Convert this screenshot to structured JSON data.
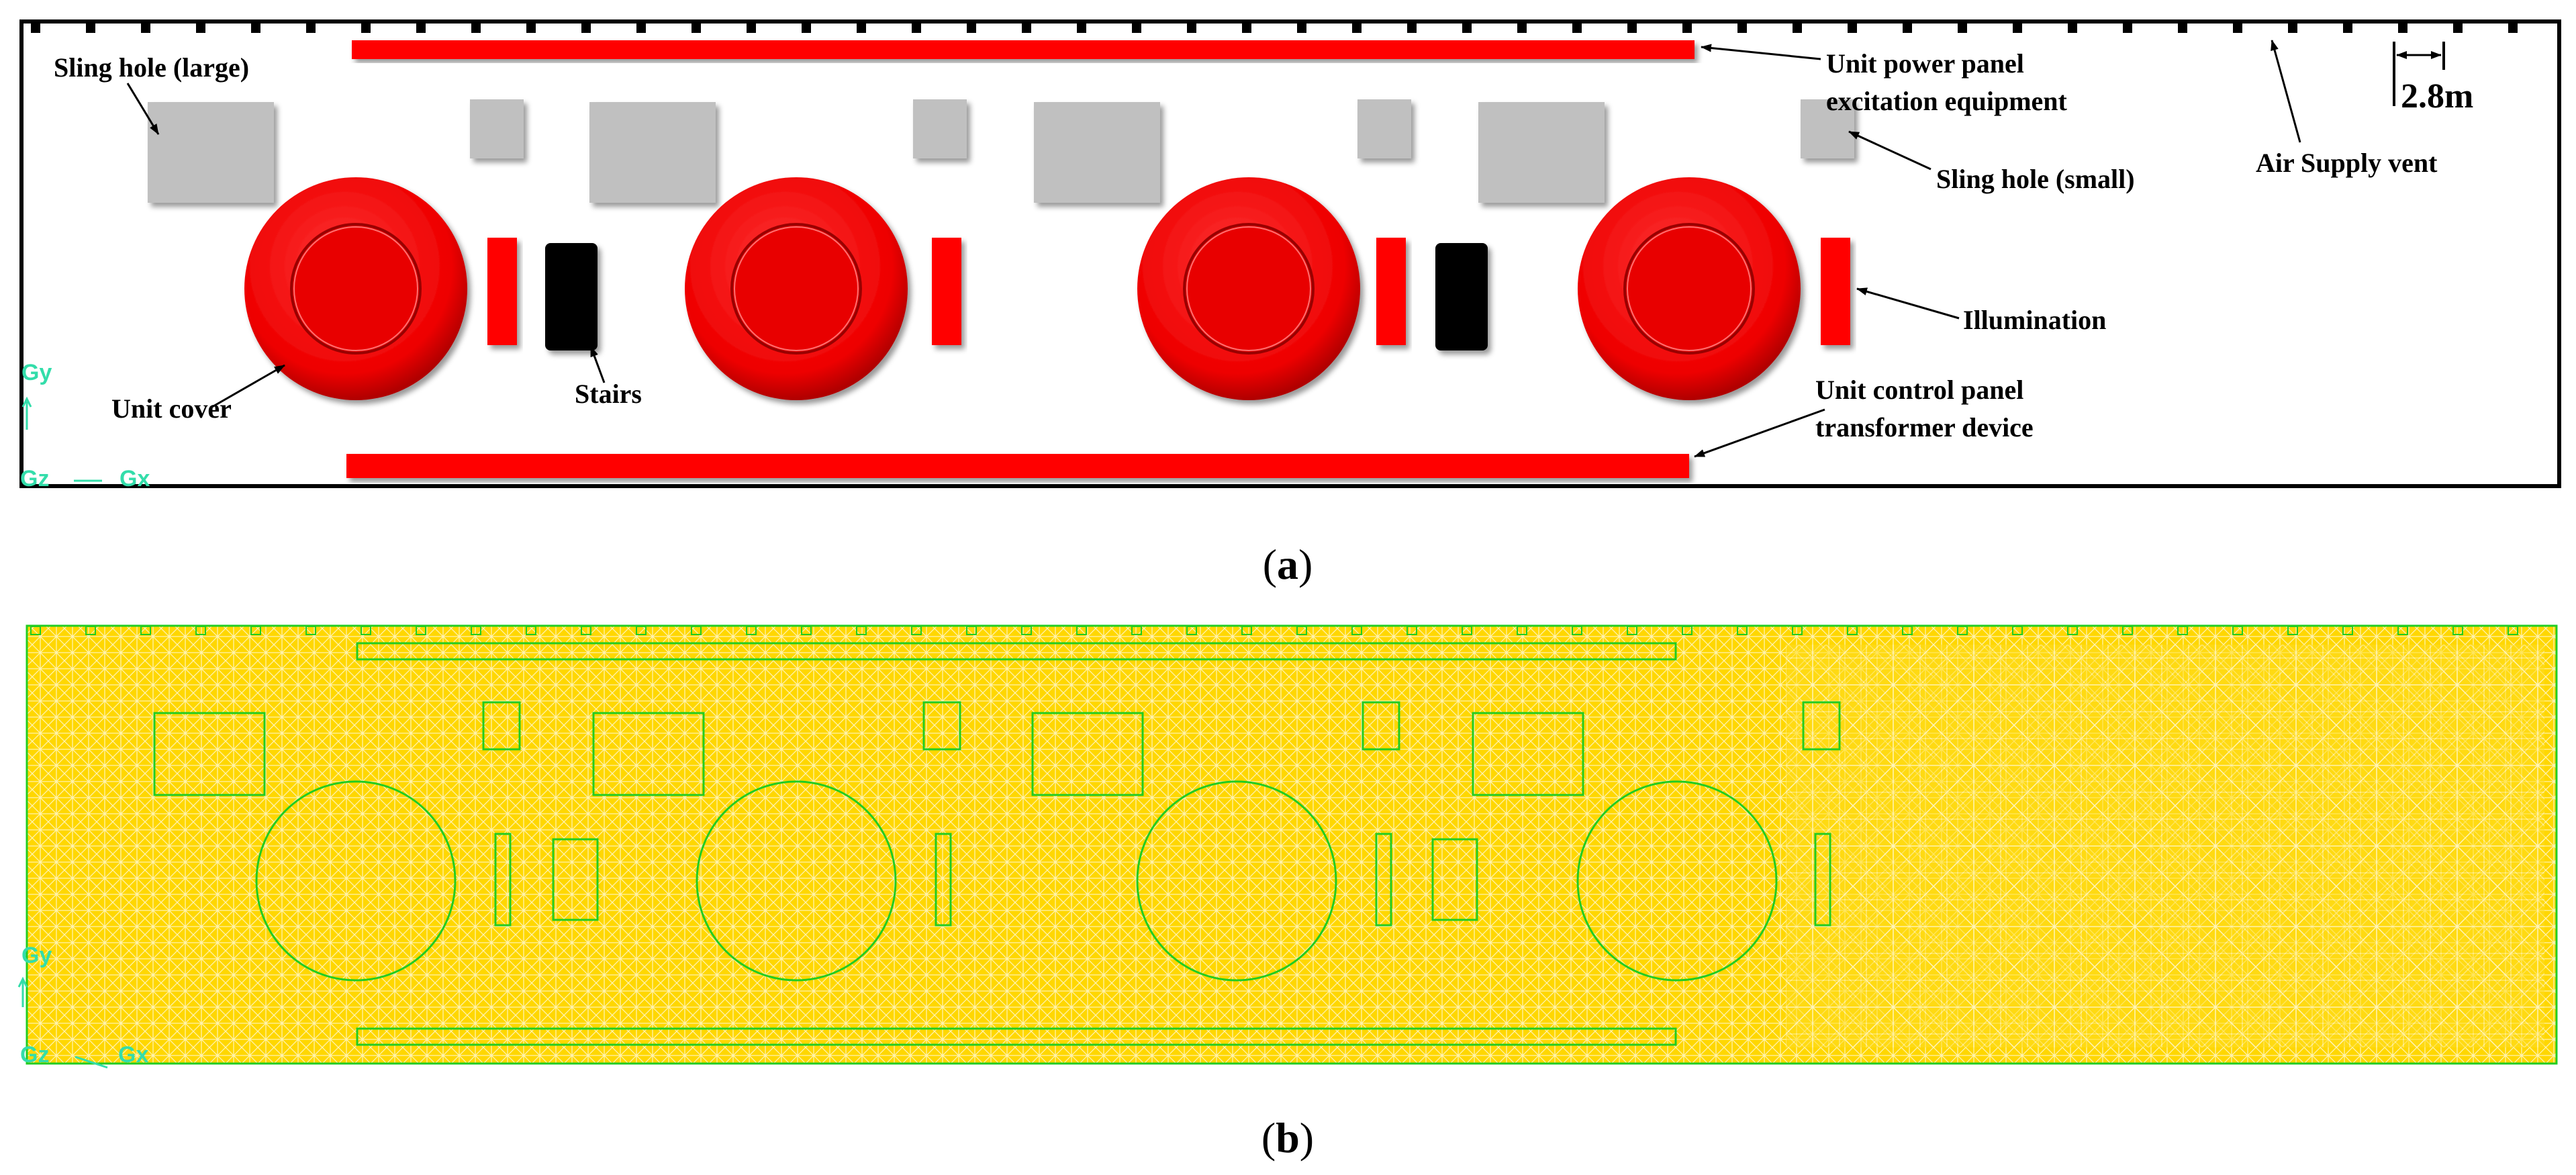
{
  "panel_a": {
    "caption_letter": "a",
    "labels": {
      "sling_hole_large": "Sling hole (large)",
      "power_panel_line1": "Unit power panel",
      "power_panel_line2": "excitation equipment",
      "sling_hole_small": "Sling hole (small)",
      "air_supply_vent": "Air Supply vent",
      "dimension": "2.8m",
      "illumination": "Illumination",
      "unit_cover": "Unit cover",
      "stairs": "Stairs",
      "control_panel_line1": "Unit control panel",
      "control_panel_line2": "transformer device"
    },
    "axis": {
      "y": "Gy",
      "x": "Gx",
      "z": "Gz"
    }
  },
  "panel_b": {
    "caption_letter": "b",
    "axis": {
      "y": "Gy",
      "x": "Gx",
      "z": "Gz"
    }
  },
  "colors": {
    "equipment_red": "#ff0000",
    "sling_hole_gray": "#c0c0c0",
    "stairs_black": "#000000",
    "mesh_yellow": "#ffd700",
    "mesh_outline_green": "#22cc22",
    "axis_cyan": "#33ddaa"
  }
}
